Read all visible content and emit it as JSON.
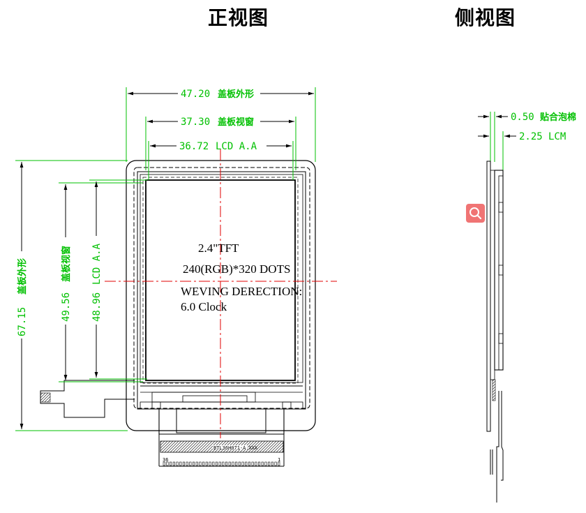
{
  "titles": {
    "front": "正视图",
    "side": "侧视图"
  },
  "dimensions": {
    "cover_outline_w": {
      "value": "47.20",
      "label": "盖板外形"
    },
    "cover_window_w": {
      "value": "37.30",
      "label": "盖板视窗"
    },
    "lcd_aa_w": {
      "value": "36.72",
      "label": "LCD A.A"
    },
    "cover_outline_h": {
      "value": "67.15",
      "label": "盖板外形"
    },
    "cover_window_h": {
      "value": "49.56",
      "label": "盖板视窗"
    },
    "lcd_aa_h": {
      "value": "48.96",
      "label": "LCD A.A"
    },
    "foam": {
      "value": "0.50",
      "label": "贴合泡棉"
    },
    "lcm": {
      "value": "2.25",
      "label": "LCM"
    }
  },
  "spec": {
    "size": "2.4\"TFT",
    "resolution": "240(RGB)*320 DOTS",
    "direction_label": "WEVING DERECTION:",
    "direction_value": "6.0 Clock"
  },
  "fpc": {
    "pin_left": "36",
    "pin_right": "1",
    "part_text": "BTL36H071-A.XXX"
  },
  "colors": {
    "dimension": "#00c000",
    "centerline": "#e00000",
    "outline": "#000000",
    "search_button": "#f07474"
  },
  "icons": {
    "search": "search-icon"
  }
}
